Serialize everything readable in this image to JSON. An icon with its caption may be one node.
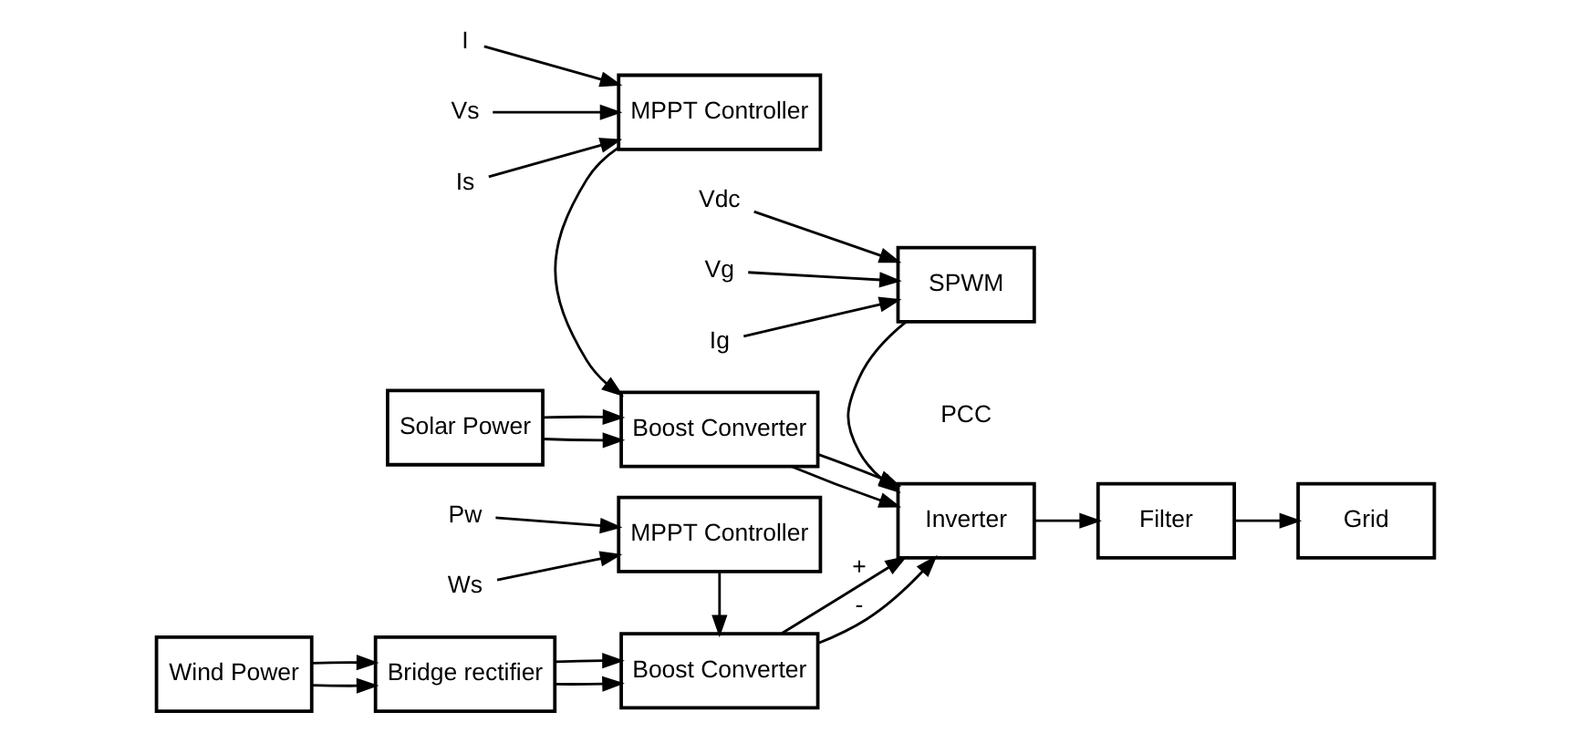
{
  "diagram": {
    "nodes": [
      {
        "text": [
          "Wind Power"
        ]
      },
      {
        "text": [
          "Bridge rectifier"
        ]
      },
      {
        "text": [
          "Boost Converter"
        ]
      },
      {
        "text": [
          "Ws"
        ]
      },
      {
        "text": [
          "Pw"
        ]
      },
      {
        "text": [
          "MPPT Controller"
        ]
      },
      {
        "text": [
          "Solar Power"
        ]
      },
      {
        "text": [
          "Boost Converter"
        ]
      },
      {
        "text": [
          "Inverter"
        ]
      },
      {
        "text": [
          "Filter"
        ]
      },
      {
        "text": [
          "Grid"
        ]
      },
      {
        "text": [
          "Vs"
        ]
      },
      {
        "text": [
          "Is"
        ]
      },
      {
        "text": [
          "I"
        ]
      },
      {
        "text": [
          "MPPT Controller"
        ]
      },
      {
        "text": [
          "SPWM"
        ]
      },
      {
        "text": [
          "Vg"
        ]
      },
      {
        "text": [
          "Ig"
        ]
      },
      {
        "text": [
          "Vdc"
        ]
      }
    ],
    "edges": [
      {
        "from": 0,
        "to": 1,
        "arrow": "to"
      },
      {
        "from": 0,
        "to": 1,
        "arrow": "to"
      },
      {
        "from": 1,
        "to": 2,
        "arrow": "to"
      },
      {
        "from": 1,
        "to": 2,
        "arrow": "to"
      },
      {
        "from": 5,
        "to": 2,
        "arrow": "to"
      },
      {
        "from": 3,
        "to": 5,
        "arrow": "to"
      },
      {
        "from": 4,
        "to": 5,
        "arrow": "to"
      },
      {
        "from": 2,
        "to": 8,
        "arrow": "to",
        "label": "+"
      },
      {
        "from": 2,
        "to": 8,
        "arrow": "to",
        "label": "-"
      },
      {
        "from": 6,
        "to": 7,
        "arrow": "to"
      },
      {
        "from": 6,
        "to": 7,
        "arrow": "to"
      },
      {
        "from": 7,
        "to": 8,
        "arrow": "to"
      },
      {
        "from": 7,
        "to": 8,
        "arrow": "to"
      },
      {
        "from": 14,
        "to": 7,
        "arrow": "to"
      },
      {
        "from": 11,
        "to": 14,
        "arrow": "to"
      },
      {
        "from": 12,
        "to": 14,
        "arrow": "to"
      },
      {
        "from": 13,
        "to": 14,
        "arrow": "to"
      },
      {
        "from": 8,
        "to": 9,
        "arrow": "to"
      },
      {
        "from": 9,
        "to": 10,
        "arrow": "to"
      },
      {
        "from": 15,
        "to": 8,
        "arrow": "to"
      },
      {
        "from": 16,
        "to": 15,
        "arrow": "to"
      },
      {
        "from": 17,
        "to": 15,
        "arrow": "to"
      },
      {
        "from": 18,
        "to": 15,
        "arrow": "to"
      }
    ],
    "labels": [
      "PCC"
    ]
  }
}
